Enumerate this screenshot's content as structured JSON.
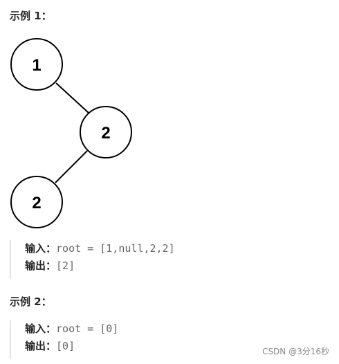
{
  "examples": [
    {
      "title": "示例 1：",
      "tree": [
        "1",
        "2",
        "2"
      ],
      "input_label": "输入：",
      "input_value": "root = [1,null,2,2]",
      "output_label": "输出：",
      "output_value": "[2]"
    },
    {
      "title": "示例 2：",
      "input_label": "输入：",
      "input_value": "root = [0]",
      "output_label": "输出：",
      "output_value": "[0]"
    }
  ],
  "watermark": "CSDN @3分16秒"
}
